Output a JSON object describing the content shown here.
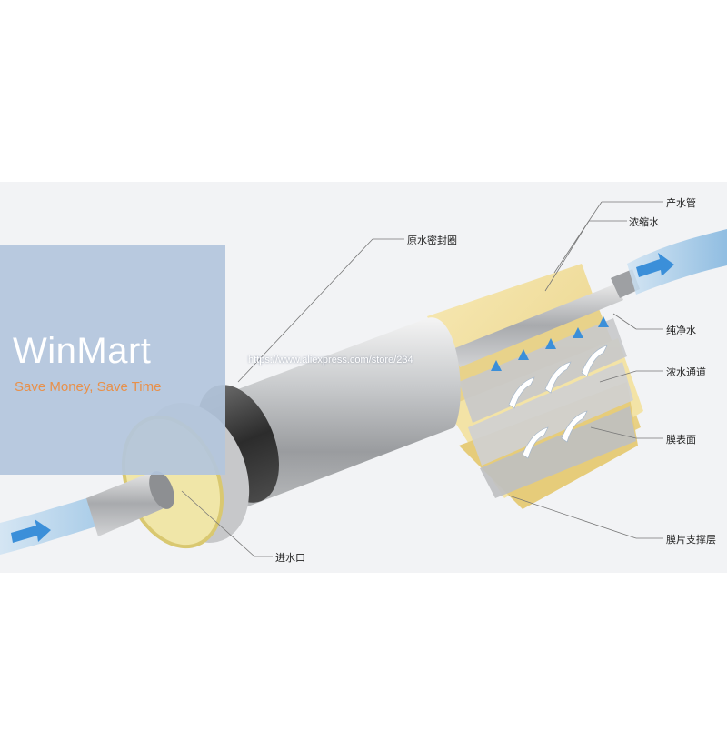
{
  "labels": {
    "product_tube": "产水管",
    "concentrate": "浓缩水",
    "raw_water_seal": "原水密封圈",
    "pure_water": "纯净水",
    "concentrate_channel": "浓水通道",
    "membrane_surface": "膜表面",
    "water_inlet": "进水口",
    "membrane_support": "膜片支撑层"
  },
  "brand": {
    "name": "WinMart",
    "slogan": "Save Money, Save Time"
  },
  "watermark": "https://www.aliexpress.com/store/234",
  "colors": {
    "overlay": "#b3c5dc",
    "slogan": "#e8904a",
    "membrane": "#f1dc95",
    "water_arrow": "#3b8fd9",
    "background_band": "#f2f3f5"
  }
}
